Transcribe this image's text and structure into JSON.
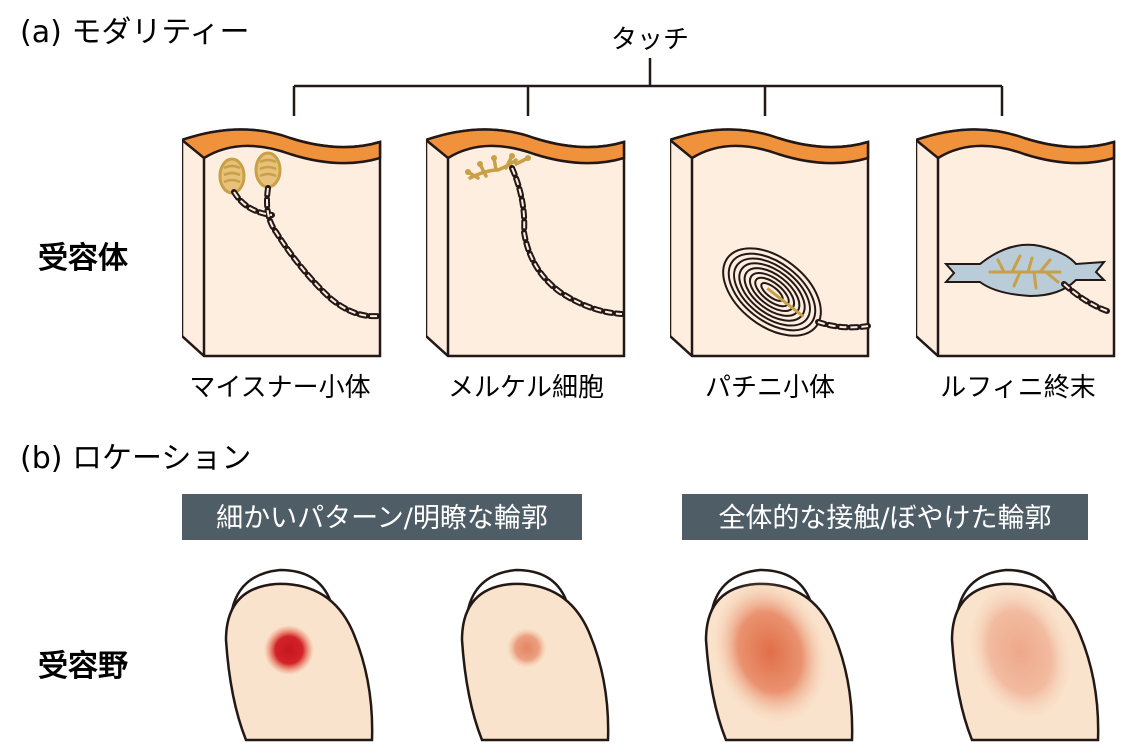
{
  "section_a": {
    "title": "(a) モダリティー",
    "group_label": "タッチ",
    "row_label": "受容体",
    "receptors": [
      {
        "label": "マイスナー小体",
        "icon": "meissner-corpuscle-icon"
      },
      {
        "label": "メルケル細胞",
        "icon": "merkel-cell-icon"
      },
      {
        "label": "パチニ小体",
        "icon": "pacinian-corpuscle-icon"
      },
      {
        "label": "ルフィニ終末",
        "icon": "ruffini-ending-icon"
      }
    ]
  },
  "section_b": {
    "title": "(b) ロケーション",
    "row_label": "受容野",
    "bands": [
      {
        "label": "細かいパターン/明瞭な輪郭"
      },
      {
        "label": "全体的な接触/ぼやけた輪郭"
      }
    ],
    "fingers": [
      {
        "icon": "fingertip-small-sharp-field-icon",
        "spot": "small-intense"
      },
      {
        "icon": "fingertip-small-faint-field-icon",
        "spot": "small-faint"
      },
      {
        "icon": "fingertip-large-field-icon",
        "spot": "large-intense"
      },
      {
        "icon": "fingertip-large-faint-field-icon",
        "spot": "large-faint"
      }
    ]
  },
  "colors": {
    "skin_surface": "#f0913c",
    "tissue": "#fdeee0",
    "outline": "#231815",
    "receptor_gold": "#c8a048",
    "band_bg": "#4f5d66",
    "finger_fill": "#fae3cc",
    "field_red": "#d2232a"
  }
}
